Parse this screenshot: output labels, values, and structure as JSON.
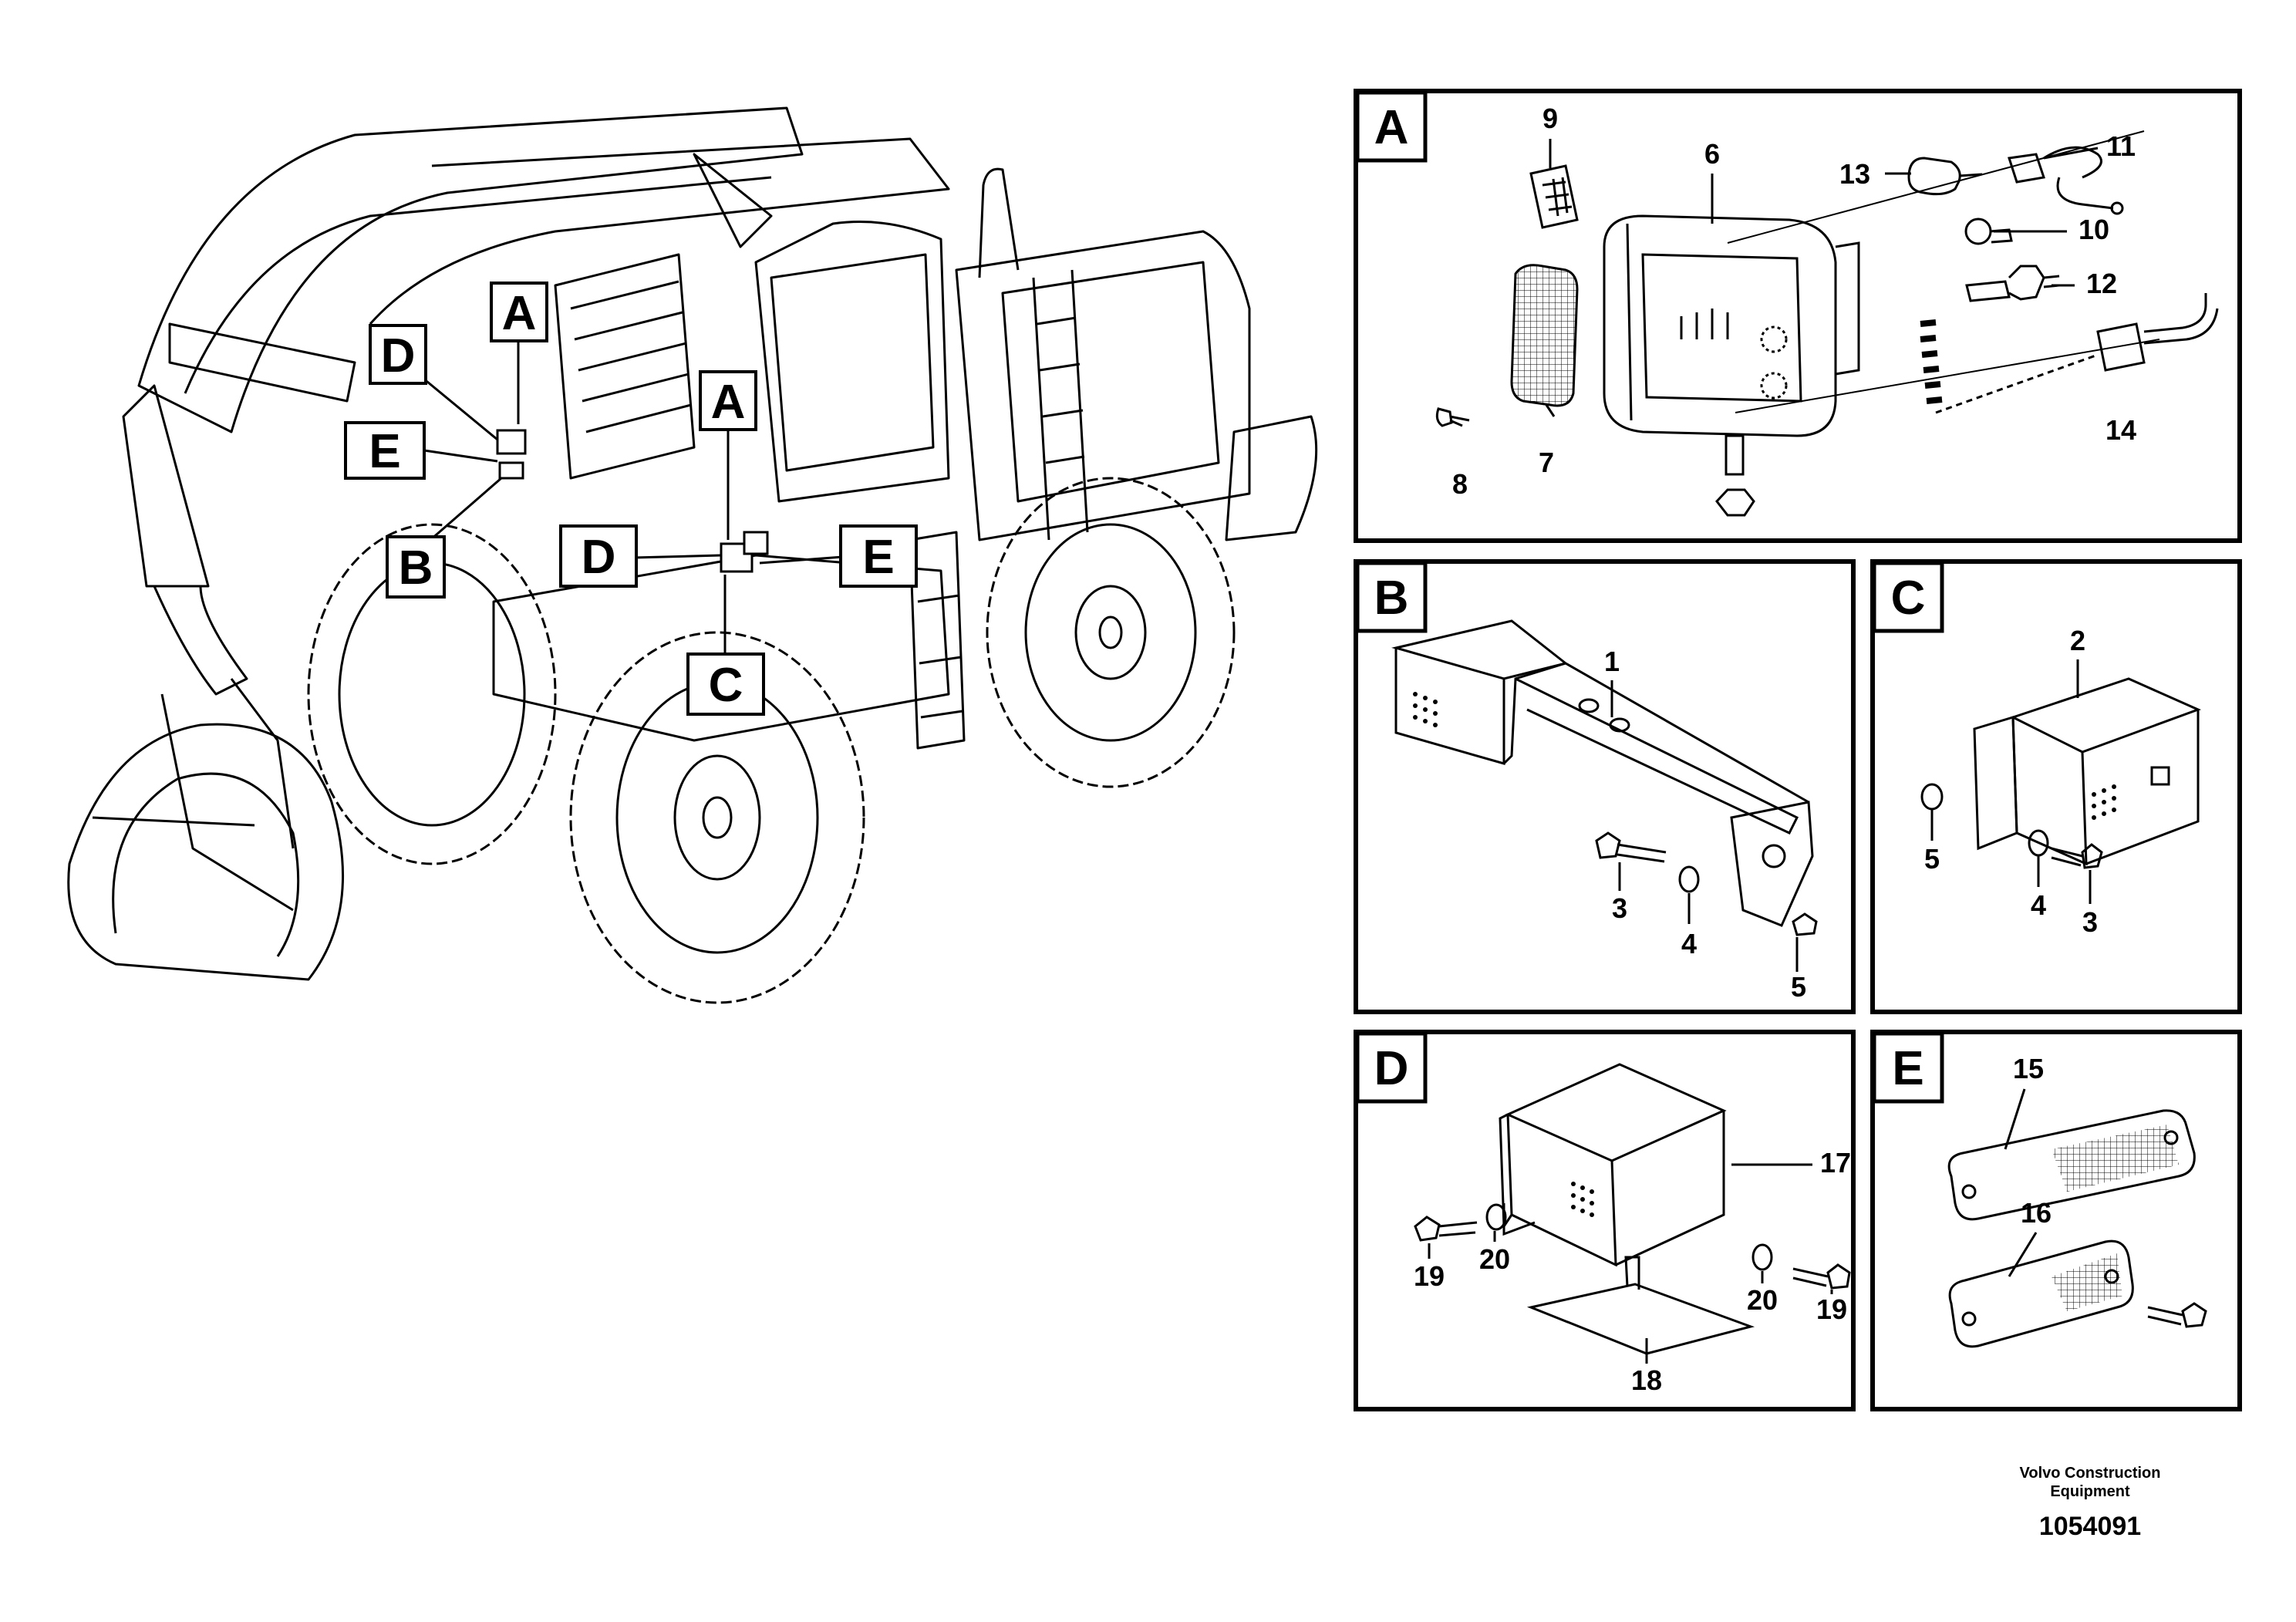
{
  "overview": {
    "callouts": [
      "A",
      "D",
      "E",
      "B",
      "A",
      "D",
      "E",
      "C"
    ]
  },
  "panels": {
    "A": {
      "letter": "A",
      "parts": [
        "9",
        "6",
        "13",
        "11",
        "10",
        "12",
        "14",
        "7",
        "8"
      ]
    },
    "B": {
      "letter": "B",
      "parts": [
        "1",
        "3",
        "4",
        "5"
      ]
    },
    "C": {
      "letter": "C",
      "parts": [
        "2",
        "5",
        "4",
        "3"
      ]
    },
    "D": {
      "letter": "D",
      "parts": [
        "17",
        "19",
        "20",
        "20",
        "19",
        "18"
      ]
    },
    "E": {
      "letter": "E",
      "parts": [
        "15",
        "16"
      ]
    }
  },
  "footer": {
    "brand_line1": "Volvo Construction",
    "brand_line2": "Equipment",
    "drawing_number": "1054091"
  }
}
